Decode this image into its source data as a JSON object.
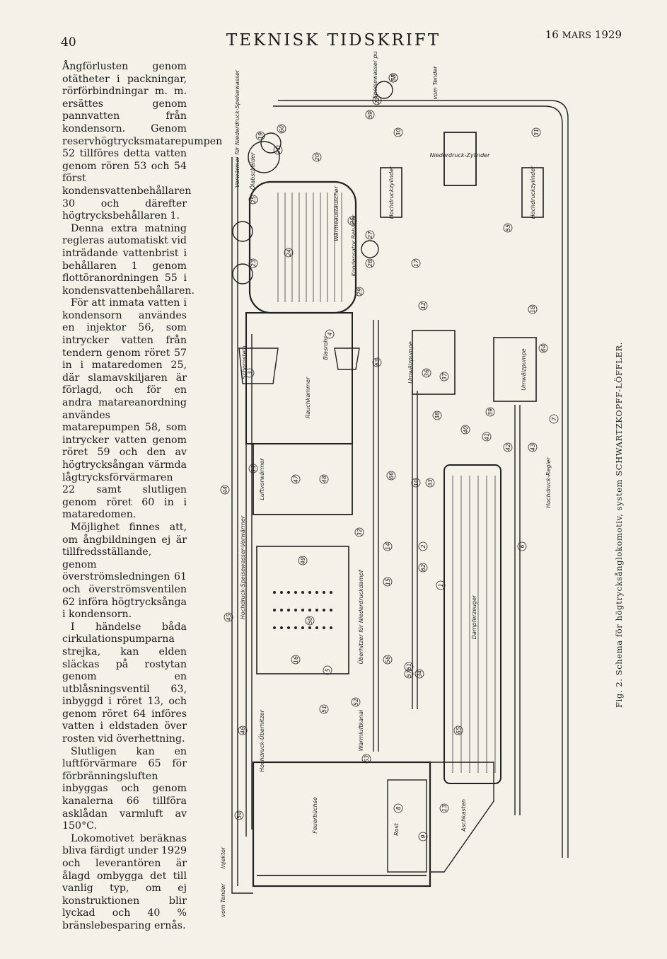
{
  "header": {
    "page_number": "40",
    "journal_title": "TEKNISK TIDSKRIFT",
    "date_prefix": "16",
    "date_month": "MARS",
    "date_year": "1929"
  },
  "paragraphs": [
    "Ångförlusten genom otätheter i packningar, rörförbindningar m. m. ersättes genom pannvatten från kondensorn. Genom reservhögtrycksmatarepumpen 52 tillföres detta vatten genom rören 53 och 54 först kondensvattenbehållaren 30 och därefter högtrycksbehållaren 1.",
    "Denna extra matning regleras automatiskt vid inträdande vattenbrist i behållaren 1 genom flottöranordningen 55 i kondensvattenbehållaren.",
    "För att inmata vatten i kondensorn användes en injektor 56, som intrycker vatten från tendern genom röret 57 in i mataredomen 25, där slamavskiljaren är förlagd, och för en andra matareanordning användes matarepumpen 58, som intrycker vatten genom röret 59 och den av högtrycksångan värmda lågtrycksförvärmaren 22 samt slutligen genom röret 60 in i mataredomen.",
    "Möjlighet finnes att, om ångbildningen ej är tillfredsställande, genom överströmsledningen 61 och överströmsventilen 62 införa högtrycksånga i kondensorn.",
    "I händelse båda cirkulationspumparna strejka, kan elden släckas på rostytan genom en utblåsningsventil 63, inbyggd i röret 13, och genom röret 64 införes vatten i eldstaden över rosten vid överhettning.",
    "Slutligen kan en luftförvärmare 65 för förbränningsluften inbyggas och genom kanalerna 66 tillföra asklådan varmluft av 150°C.",
    "Lokomotivet beräknas bliva färdigt under 1929 och leverantören är ålagd ombygga det till vanlig typ, om ej konstruktionen blir lyckad och 40 % bränslebesparing ernås."
  ],
  "figure": {
    "caption": "Fig. 2. Schema för högtrycksånglokomotiv, system SCHWARTZKOPFF-LÖFFLER.",
    "labels": {
      "speisewasserpumpe": "Speisewasser pumpe",
      "vom_tender_top": "vom Tender",
      "vorwarmer": "Vorwärmer für Niederdruck-Speisewasser",
      "oelabscheider": "Ölabscheider",
      "waermeaustauscher": "Wärmeaustauscher",
      "kondensator": "Kondensator Behälter",
      "nd_zylinder": "Niederdruck-Zylinder",
      "hd_zylinder_1": "Hochdruckzylinder",
      "hd_zylinder_2": "Hochdruckzylinder",
      "schornstein": "Schornstein",
      "blasrohr": "Blasrohr",
      "rauchkammer": "Rauchkammer",
      "umwaelzpumpe_1": "Umwälzpumpe",
      "umwaelzpumpe_2": "Umwälzpumpe",
      "luftvorwaermer": "Luftvorwärmer",
      "hd_speisewasser": "Hochdruck-Speisewasser-Vorwärmer",
      "ueberhitzer_nd": "Überhitzer für Niederdruckdampf",
      "hd_ueberhitzer": "Hochdruck-Überhitzer",
      "dampferzeuger": "Dampferzeuger",
      "hochdruck_regler": "Hochdruck-Regler",
      "feuerbuechse": "Feuerbüchse",
      "rost": "Rost",
      "aschkasten": "Aschkasten",
      "injektor": "Injektor",
      "vom_tender_bottom": "vom Tender",
      "warmluftkanal": "Warmluftkanal"
    },
    "numbers": [
      "58",
      "22",
      "59",
      "60",
      "19",
      "21",
      "20",
      "25",
      "23",
      "24",
      "26",
      "27",
      "28",
      "29",
      "30",
      "31",
      "55",
      "17",
      "18",
      "12",
      "3",
      "4",
      "36",
      "37",
      "38",
      "39",
      "40",
      "41",
      "42",
      "43",
      "44",
      "45",
      "46",
      "47",
      "48",
      "49",
      "50",
      "51",
      "52",
      "53",
      "54",
      "56",
      "57",
      "61",
      "62",
      "63",
      "64",
      "65",
      "66",
      "10",
      "11",
      "14",
      "15",
      "16",
      "2",
      "1",
      "5",
      "6",
      "7",
      "8",
      "9",
      "13",
      "32",
      "33",
      "34",
      "35"
    ]
  }
}
